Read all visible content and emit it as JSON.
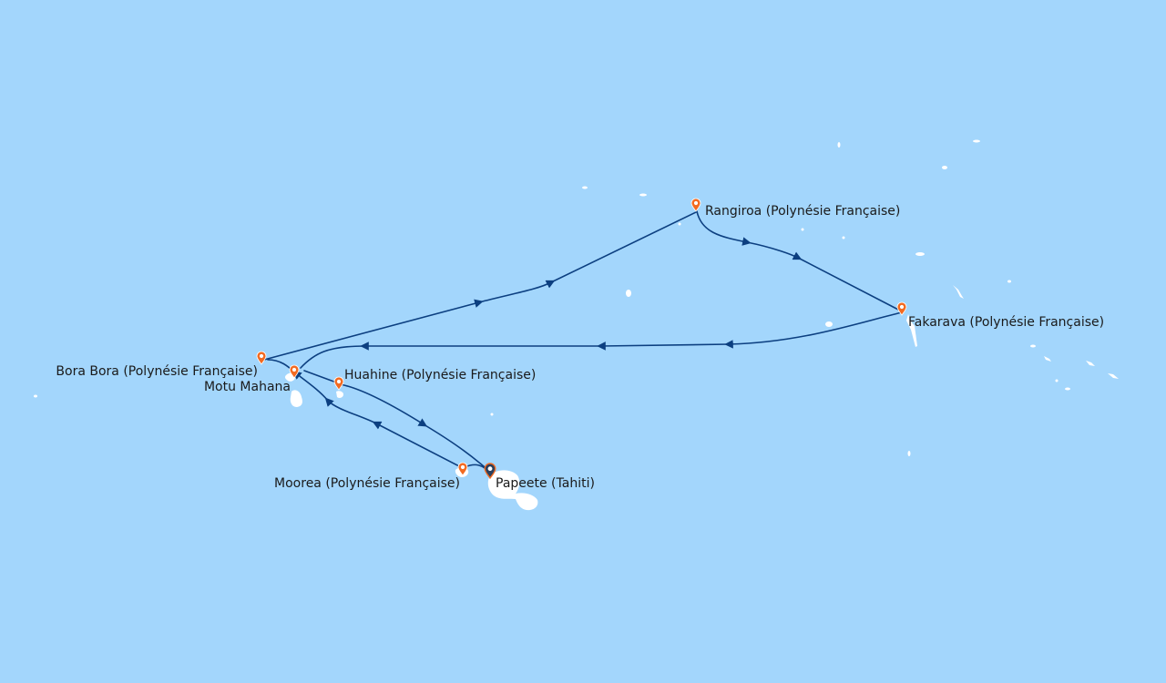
{
  "map": {
    "colors": {
      "ocean": "#a3d6fc",
      "land": "#ffffff",
      "route": "#0c3f80",
      "marker": "#f26a21",
      "marker_start": "#2a3f5c",
      "label": "#1a1a1a"
    },
    "ports": [
      {
        "id": "rangiroa",
        "label": "Rangiroa (Polynésie Française)",
        "type": "port"
      },
      {
        "id": "fakarava",
        "label": "Fakarava (Polynésie Française)",
        "type": "port"
      },
      {
        "id": "bora-bora",
        "label": "Bora Bora (Polynésie Française)",
        "type": "port"
      },
      {
        "id": "motu-mahana",
        "label": "Motu Mahana",
        "type": "port"
      },
      {
        "id": "huahine",
        "label": "Huahine (Polynésie Française)",
        "type": "port"
      },
      {
        "id": "moorea",
        "label": "Moorea (Polynésie Française)",
        "type": "port"
      },
      {
        "id": "papeete",
        "label": "Papeete (Tahiti)",
        "type": "start"
      }
    ],
    "route_order": [
      "papeete",
      "moorea",
      "bora-bora",
      "rangiroa",
      "fakarava",
      "motu-mahana",
      "huahine",
      "papeete"
    ]
  }
}
